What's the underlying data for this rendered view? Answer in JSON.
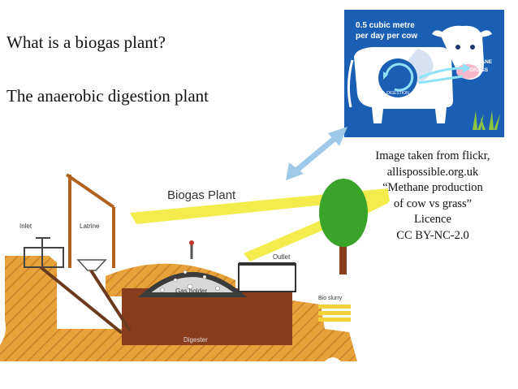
{
  "slide": {
    "title_line1": "What is a biogas plant?",
    "title_line2": "The anaerobic digestion plant"
  },
  "credit": {
    "lines": [
      "Image taken from flickr,",
      "allispossible.org.uk",
      "“Methane production",
      "of cow vs grass”",
      "Licence",
      "CC BY-NC-2.0"
    ]
  },
  "cow_panel": {
    "headline_1": "0.5 cubic metre",
    "headline_2": "per day per cow",
    "label_methane": "METHANE",
    "label_grass": "GRASS",
    "label_digestion": "DIGESTION",
    "colors": {
      "background": "#1a5fb4",
      "grass": "#8cc63f"
    }
  },
  "plant": {
    "title": "Biogas Plant",
    "labels": {
      "inlet": "Inlet",
      "latrine": "Latrine",
      "gas_holder": "Gas holder",
      "outlet": "Outlet",
      "bio_slurry": "Bio slurry",
      "digester": "Digester"
    },
    "colors": {
      "soil": "#e8a23a",
      "digester": "#8a3d1c",
      "tree": "#3aa32a",
      "sun": "#f3ea3a"
    }
  }
}
